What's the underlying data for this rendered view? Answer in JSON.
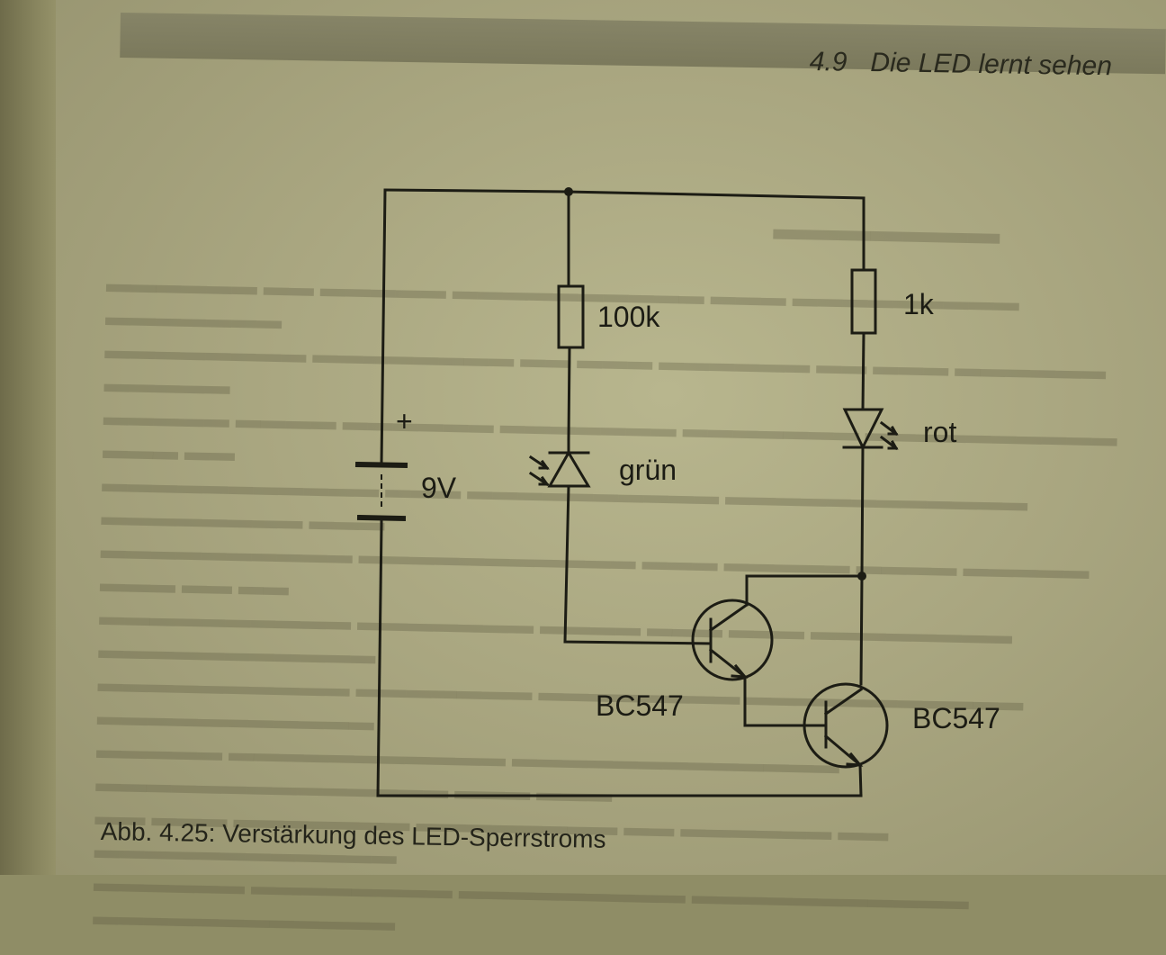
{
  "running_head": {
    "section_number": "4.9",
    "section_title": "Die LED lernt sehen"
  },
  "circuit": {
    "battery": {
      "voltage": "9V",
      "polarity": "+"
    },
    "resistors": [
      {
        "value": "100k"
      },
      {
        "value": "1k"
      }
    ],
    "photodiode_led": {
      "label": "grün"
    },
    "indicator_led": {
      "label": "rot"
    },
    "transistors": [
      {
        "type": "BC547"
      },
      {
        "type": "BC547"
      }
    ]
  },
  "caption": "Abb. 4.25: Verstärkung des LED-Sperrstroms",
  "colors": {
    "ink": "#1c1c14",
    "paper": "#aaa781",
    "header_bar": "#7f7d60"
  }
}
